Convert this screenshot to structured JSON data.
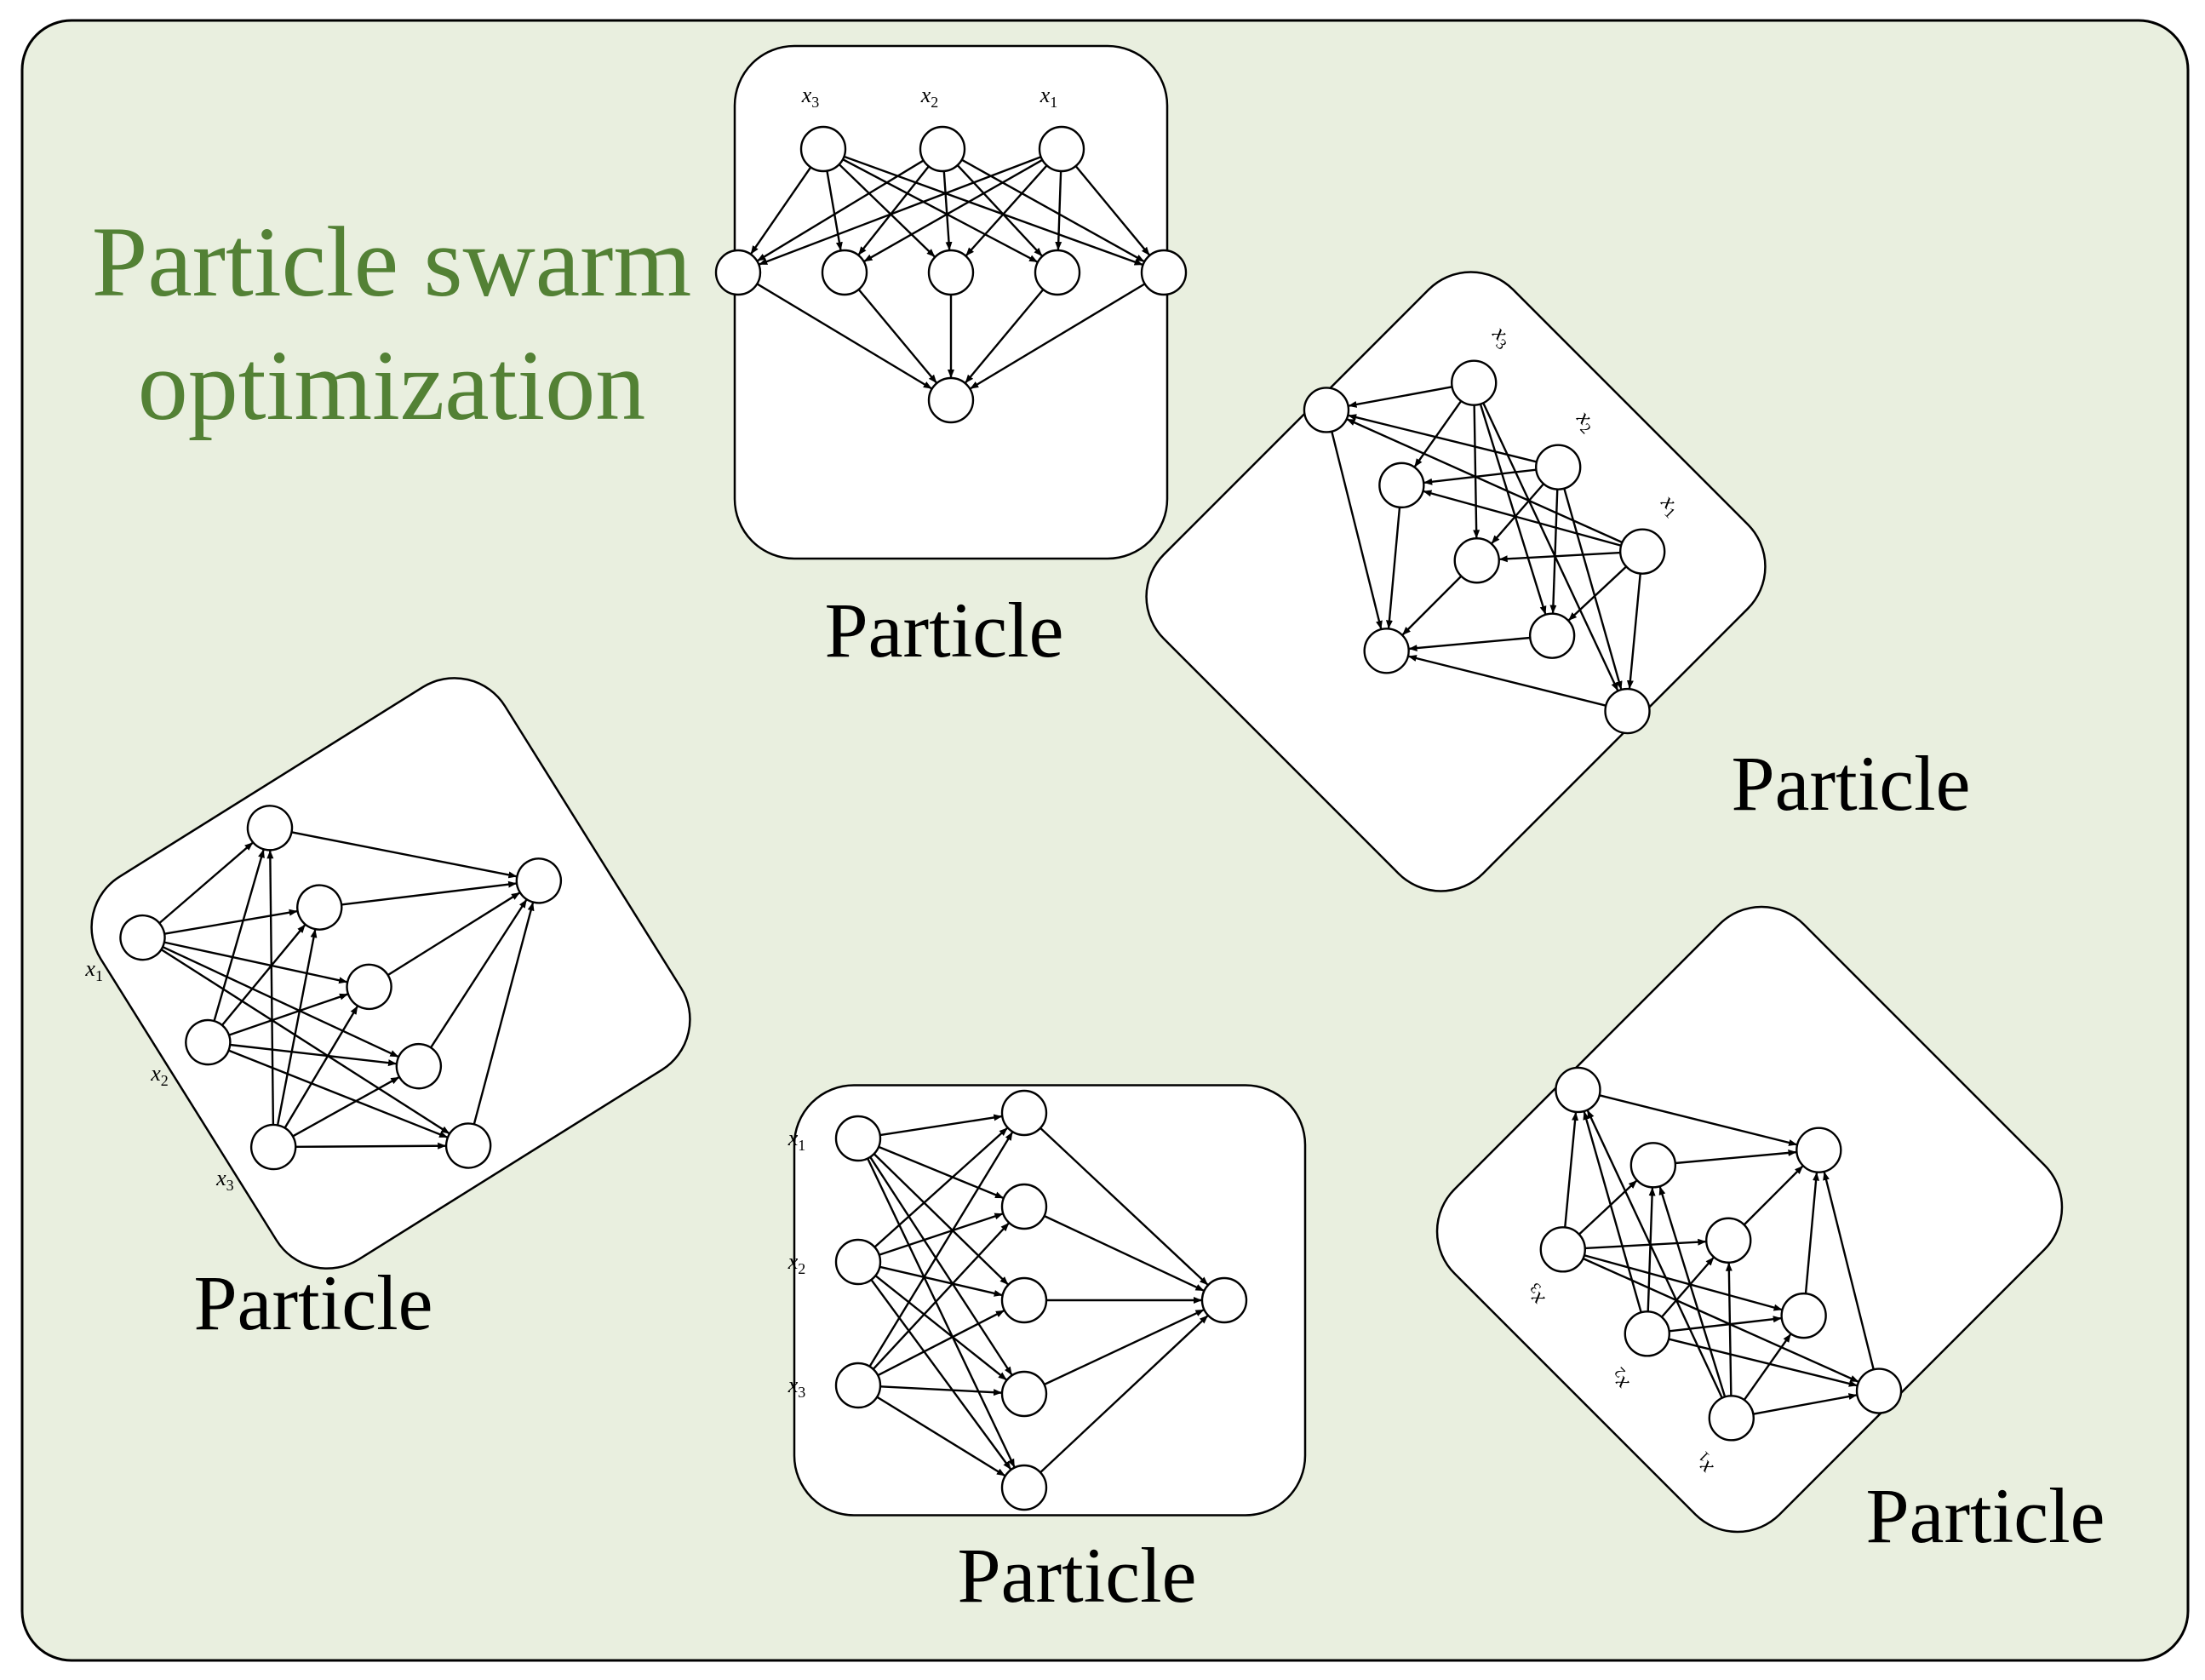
{
  "title_line1": "Particle swarm",
  "title_line2": "optimization",
  "particle_label": "Particle",
  "input_labels": {
    "x1": "x",
    "x2": "x",
    "x3": "x",
    "sub1": "1",
    "sub2": "2",
    "sub3": "3"
  },
  "colors": {
    "background": "#E9EFDF",
    "title": "#538135",
    "card": "#FFFFFF",
    "stroke": "#000000"
  }
}
